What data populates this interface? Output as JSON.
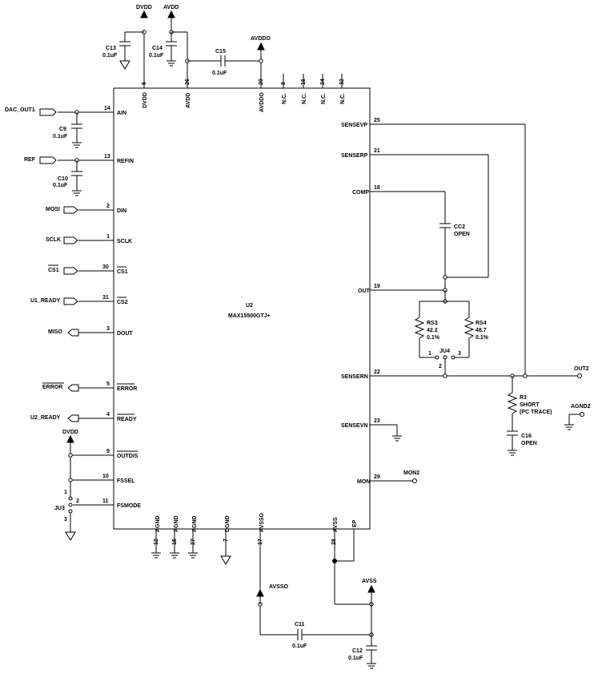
{
  "chip": {
    "ref": "U2",
    "part": "MAX15500GTJ+"
  },
  "power": {
    "dvdd_top": "DVDD",
    "avdd_top": "AVDD",
    "avddo": "AVDDO",
    "dvdd_left": "DVDD",
    "avsso": "AVSSO",
    "avss": "AVSS"
  },
  "caps": {
    "c13": "C13",
    "c13v": "0.1uF",
    "c14": "C14",
    "c14v": "0.1uF",
    "c15": "C15",
    "c15v": "0.1uF",
    "c9": "C9",
    "c9v": "0.1uF",
    "c10": "C10",
    "c10v": "0.1uF",
    "c11": "C11",
    "c11v": "0.1uF",
    "c12": "C12",
    "c12v": "0.1uF",
    "c16": "C16",
    "c16v": "OPEN",
    "cc2": "CC2",
    "cc2v": "OPEN"
  },
  "resistors": {
    "rs3": "RS3",
    "rs3v": "42.2",
    "rs3t": "0.1%",
    "rs4": "RS4",
    "rs4v": "48.7",
    "rs4t": "0.1%",
    "r3": "R3",
    "r3v": "SHORT",
    "r3t": "(PC TRACE)"
  },
  "jumpers": {
    "ju4": "JU4",
    "ju3": "JU3",
    "j1": "1",
    "j2": "2",
    "j3": "3"
  },
  "nets": {
    "dac_out1": "DAC_OUT1",
    "ref": "REF",
    "mosi": "MOSI",
    "sclk": "SCLK",
    "cs1": "CS1",
    "u1_ready": "U1_READY",
    "miso": "MISO",
    "error": "ERROR",
    "u2_ready": "U2_READY",
    "out2": "OUT2",
    "agnd2": "AGND2",
    "mon2": "MON2"
  },
  "pins_left": [
    {
      "num": "14",
      "name": "AIN"
    },
    {
      "num": "13",
      "name": "REFIN"
    },
    {
      "num": "2",
      "name": "DIN"
    },
    {
      "num": "1",
      "name": "SCLK"
    },
    {
      "num": "30",
      "name": "CS1"
    },
    {
      "num": "31",
      "name": "CS2"
    },
    {
      "num": "3",
      "name": "DOUT"
    },
    {
      "num": "5",
      "name": "ERROR"
    },
    {
      "num": "4",
      "name": "READY"
    },
    {
      "num": "9",
      "name": "OUTDIS"
    },
    {
      "num": "10",
      "name": "FSSEL"
    },
    {
      "num": "11",
      "name": "FSMODE"
    }
  ],
  "pins_right": [
    {
      "num": "25",
      "name": "SENSEVP"
    },
    {
      "num": "21",
      "name": "SENSERP"
    },
    {
      "num": "18",
      "name": "COMP"
    },
    {
      "num": "19",
      "name": "OUT"
    },
    {
      "num": "22",
      "name": "SENSERN"
    },
    {
      "num": "23",
      "name": "SENSEVN"
    },
    {
      "num": "29",
      "name": "MON"
    }
  ],
  "pins_top": [
    {
      "num": "6",
      "name": "DVDD"
    },
    {
      "num": "26",
      "name": "AVDD"
    },
    {
      "num": "20",
      "name": "AVDDO"
    },
    {
      "num": "8",
      "name": "N.C."
    },
    {
      "num": "16",
      "name": "N.C."
    },
    {
      "num": "24",
      "name": "N.C."
    },
    {
      "num": "32",
      "name": "N.C."
    }
  ],
  "pins_bottom": [
    {
      "num": "12",
      "name": "AGND"
    },
    {
      "num": "15",
      "name": "AGND"
    },
    {
      "num": "27",
      "name": "AGND"
    },
    {
      "num": "7",
      "name": "DGND"
    },
    {
      "num": "17",
      "name": "AVSSO"
    },
    {
      "num": "28",
      "name": "AVSS"
    },
    {
      "num": "",
      "name": "EP"
    }
  ]
}
